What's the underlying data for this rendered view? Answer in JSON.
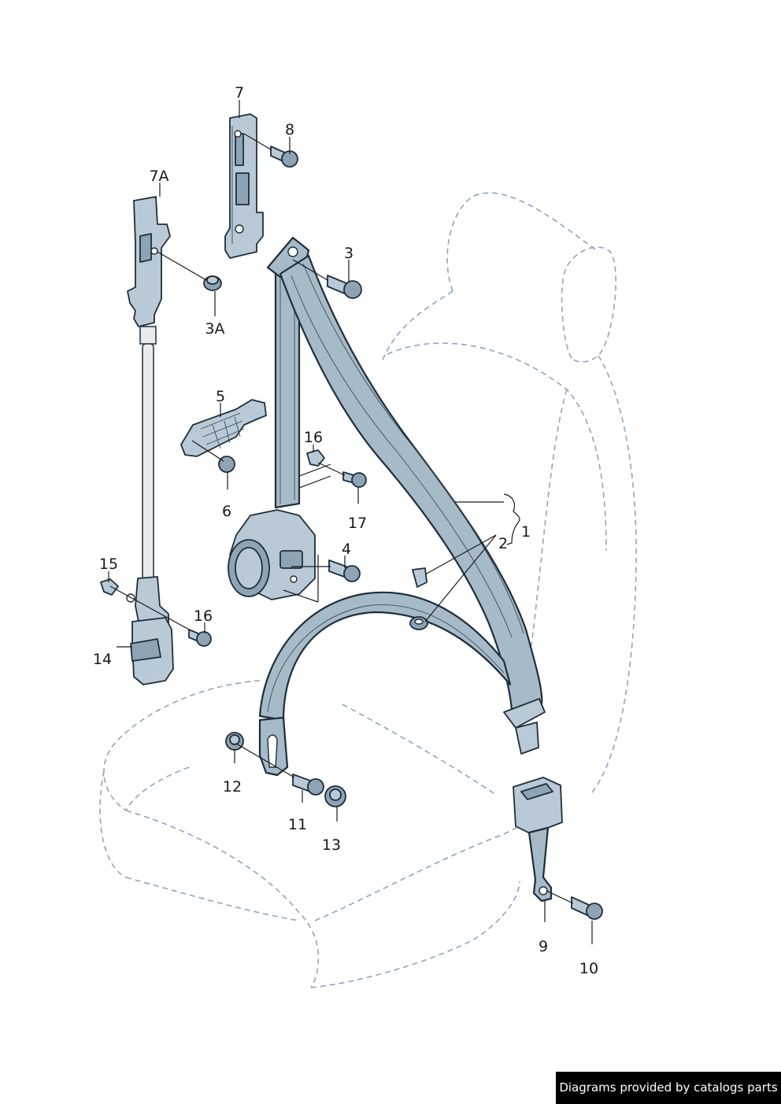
{
  "callouts": {
    "c1": "1",
    "c2": "2",
    "c3": "3",
    "c3a": "3A",
    "c4": "4",
    "c5": "5",
    "c6": "6",
    "c7": "7",
    "c7a": "7A",
    "c8": "8",
    "c9": "9",
    "c10": "10",
    "c11": "11",
    "c12": "12",
    "c13": "13",
    "c14": "14",
    "c15": "15",
    "c16a": "16",
    "c16b": "16",
    "c17": "17"
  },
  "watermark": "Diagrams provided by catalogs parts",
  "colors": {
    "belt": "#a6bac8",
    "part": "#b9cad6",
    "outline": "#1e2e3a",
    "seat_dashed": "#8fa6bb"
  }
}
